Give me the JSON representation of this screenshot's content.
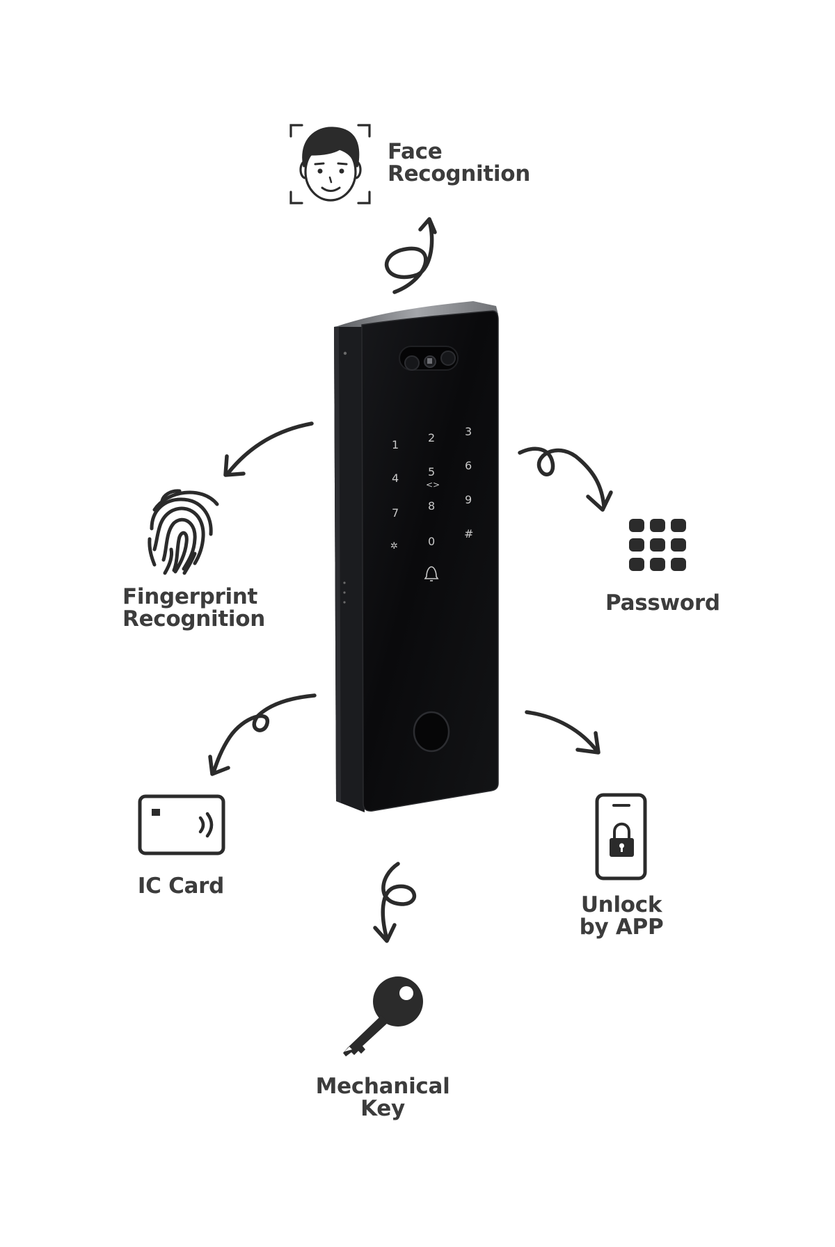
{
  "colors": {
    "ink": "#2b2b2b",
    "text": "#3c3c3c",
    "device_body": "#0d0d0f",
    "device_frame": "#8a8c90",
    "device_glyph": "#c9c9c9"
  },
  "features": {
    "face": {
      "icon": "face-icon",
      "line1": "Face",
      "line2": "Recognition"
    },
    "fingerprint": {
      "icon": "fingerprint-icon",
      "line1": "Fingerprint",
      "line2": "Recognition"
    },
    "password": {
      "icon": "keypad-icon",
      "line1": "Password"
    },
    "card": {
      "icon": "ic-card-icon",
      "line1": "IC Card"
    },
    "app": {
      "icon": "phone-lock-icon",
      "line1": "Unlock",
      "line2": "by APP"
    },
    "key": {
      "icon": "key-icon",
      "line1": "Mechanical",
      "line2": "Key"
    }
  },
  "device": {
    "keys": [
      "1",
      "2",
      "3",
      "4",
      "5",
      "6",
      "7",
      "8",
      "9",
      "✲",
      "0",
      "#"
    ],
    "center_glyph": "<>",
    "bell_icon": "bell-icon",
    "fingerprint_sensor_icon": "fingerprint-sensor-icon"
  }
}
